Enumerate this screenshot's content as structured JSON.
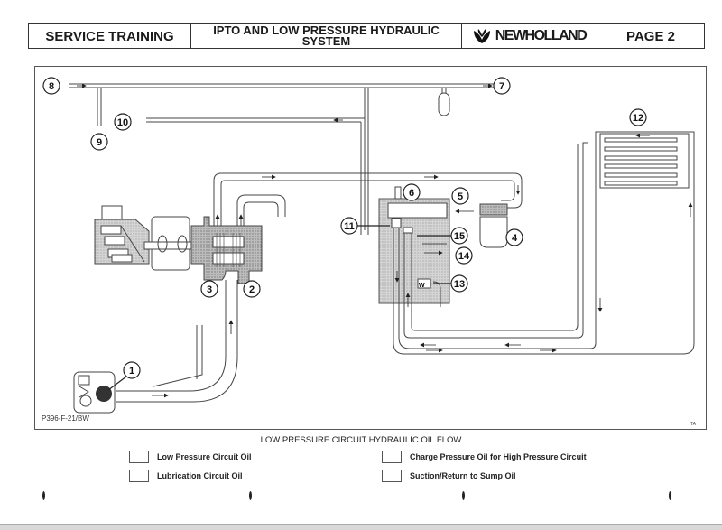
{
  "header": {
    "section": "SERVICE TRAINING",
    "title_line1": "IPTO AND LOW PRESSURE HYDRAULIC",
    "title_line2": "SYSTEM",
    "brand": "NEWHOLLAND",
    "page": "PAGE 2"
  },
  "diagram": {
    "figure_ref": "P396-F-21/BW",
    "corner_mark": "TA",
    "callouts": [
      "1",
      "2",
      "3",
      "4",
      "5",
      "6",
      "7",
      "8",
      "9",
      "10",
      "11",
      "12",
      "13",
      "14",
      "15"
    ],
    "valve_label": "W"
  },
  "legend": {
    "title": "LOW PRESSURE CIRCUIT HYDRAULIC OIL FLOW",
    "items": [
      {
        "label": "Low Pressure Circuit Oil"
      },
      {
        "label": "Charge Pressure Oil for High Pressure Circuit"
      },
      {
        "label": "Lubrication Circuit Oil"
      },
      {
        "label": "Suction/Return to Sump Oil"
      }
    ]
  }
}
